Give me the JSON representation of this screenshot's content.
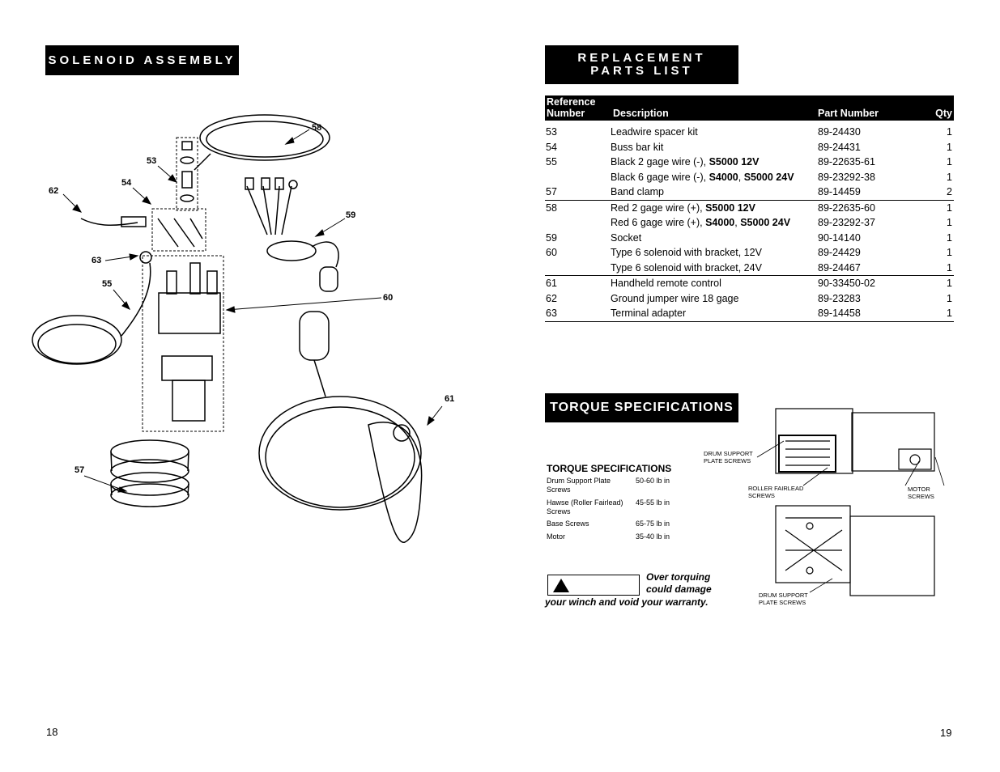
{
  "left_page": {
    "title": "SOLENOID ASSEMBLY",
    "page_number": "18",
    "callouts": [
      "58",
      "53",
      "54",
      "62",
      "59",
      "63",
      "55",
      "60",
      "61",
      "57"
    ]
  },
  "right_page": {
    "title_line1": "REPLACEMENT",
    "title_line2": "PARTS LIST",
    "page_number": "19"
  },
  "parts_table": {
    "headers": {
      "ref_line1": "Reference",
      "ref_line2": "Number",
      "description": "Description",
      "part_number": "Part Number",
      "qty": "Qty"
    },
    "rows": [
      {
        "ref": "53",
        "desc": "Leadwire spacer kit",
        "desc_bold": "",
        "desc_bold2": "",
        "part": "89-24430",
        "qty": "1"
      },
      {
        "ref": "54",
        "desc": "Buss bar kit",
        "desc_bold": "",
        "desc_bold2": "",
        "part": "89-24431",
        "qty": "1"
      },
      {
        "ref": "55",
        "desc": "Black 2 gage wire (-), ",
        "desc_bold": "S5000 12V",
        "desc_bold2": "",
        "part": "89-22635-61",
        "qty": "1"
      },
      {
        "ref": "",
        "desc": "Black 6 gage wire (-), ",
        "desc_bold": "S4000",
        "desc_bold2": "S5000 24V",
        "part": "89-23292-38",
        "qty": "1"
      },
      {
        "ref": "57",
        "desc": "Band clamp",
        "desc_bold": "",
        "desc_bold2": "",
        "part": "89-14459",
        "qty": "2"
      },
      {
        "ref": "58",
        "desc": "Red 2 gage wire (+), ",
        "desc_bold": "S5000 12V",
        "desc_bold2": "",
        "part": "89-22635-60",
        "qty": "1"
      },
      {
        "ref": "",
        "desc": "Red 6 gage wire (+), ",
        "desc_bold": "S4000",
        "desc_bold2": "S5000 24V",
        "part": "89-23292-37",
        "qty": "1"
      },
      {
        "ref": "59",
        "desc": "Socket",
        "desc_bold": "",
        "desc_bold2": "",
        "part": "90-14140",
        "qty": "1"
      },
      {
        "ref": "60",
        "desc": "Type 6 solenoid with bracket, 12V",
        "desc_bold": "",
        "desc_bold2": "",
        "part": "89-24429",
        "qty": "1"
      },
      {
        "ref": "",
        "desc": "Type 6 solenoid with bracket, 24V",
        "desc_bold": "",
        "desc_bold2": "",
        "part": "89-24467",
        "qty": "1"
      },
      {
        "ref": "61",
        "desc": "Handheld remote control",
        "desc_bold": "",
        "desc_bold2": "",
        "part": "90-33450-02",
        "qty": "1"
      },
      {
        "ref": "62",
        "desc": "Ground jumper wire 18 gage",
        "desc_bold": "",
        "desc_bold2": "",
        "part": "89-23283",
        "qty": "1"
      },
      {
        "ref": "63",
        "desc": "Terminal adapter",
        "desc_bold": "",
        "desc_bold2": "",
        "part": "89-14458",
        "qty": "1"
      }
    ]
  },
  "torque": {
    "banner": "TORQUE SPECIFICATIONS",
    "subtitle": "TORQUE SPECIFICATIONS",
    "items": [
      {
        "label": "Drum Support Plate Screws",
        "value": "50-60 lb in"
      },
      {
        "label": "Hawse (Roller Fairlead) Screws",
        "value": "45-55 lb in"
      },
      {
        "label": "Base Screws",
        "value": "65-75 lb in"
      },
      {
        "label": "Motor",
        "value": "35-40 lb in"
      }
    ],
    "warning_line1": "Over torquing",
    "warning_line2": "could damage",
    "warning_line3": "your winch and void your warranty.",
    "diagram_labels": {
      "drum_top_1": "DRUM SUPPORT",
      "drum_top_2": "PLATE SCREWS",
      "roller_1": "ROLLER FAIRLEAD",
      "roller_2": "SCREWS",
      "motor_1": "MOTOR",
      "motor_2": "SCREWS",
      "drum_bot_1": "DRUM SUPPORT",
      "drum_bot_2": "PLATE SCREWS"
    }
  }
}
